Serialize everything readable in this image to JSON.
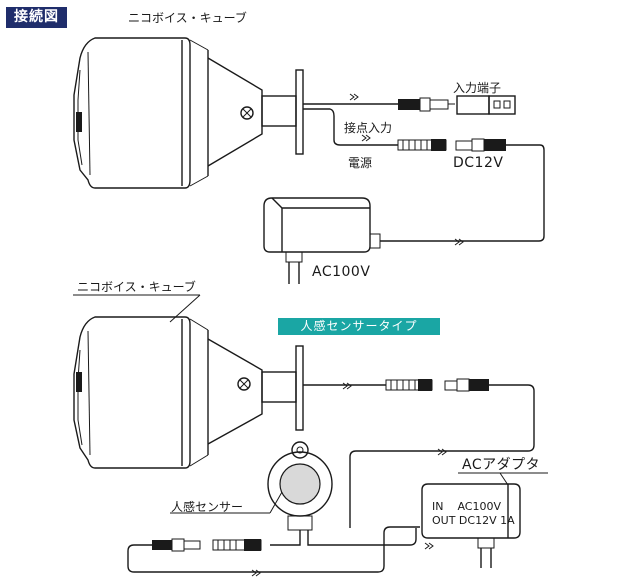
{
  "header": {
    "tag": "接続図",
    "title": "ニコボイス・キューブ"
  },
  "top": {
    "input_terminal": "入力端子",
    "contact_input": "接点入力",
    "power": "電源",
    "dc": "DC12V",
    "ac": "AC100V"
  },
  "bottom": {
    "cube_label": "ニコボイス・キューブ",
    "sensor_type": "人感センサータイプ",
    "adapter_title": "ACアダプタ",
    "adapter_in": "IN    AC100V",
    "adapter_out": "OUT DC12V 1A",
    "sensor_label": "人感センサー"
  }
}
